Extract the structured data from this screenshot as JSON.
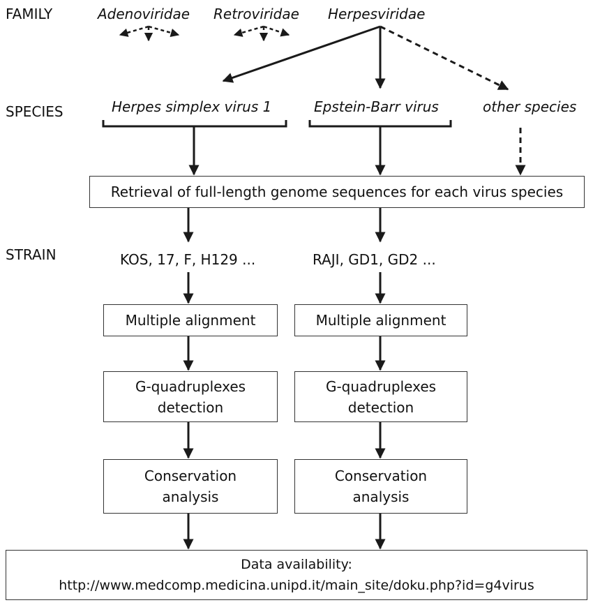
{
  "row_labels": {
    "family": "FAMILY",
    "species": "SPECIES",
    "strain": "STRAIN"
  },
  "families": [
    "Adenoviridae",
    "Retroviridae",
    "Herpesviridae"
  ],
  "species": [
    "Herpes simplex virus 1",
    "Epstein-Barr virus",
    "other species"
  ],
  "retrieval_box": "Retrieval of full-length genome sequences for each virus species",
  "strains": [
    "KOS, 17, F, H129 ...",
    "RAJI, GD1, GD2 ..."
  ],
  "left_column": {
    "alignment": "Multiple alignment",
    "g4_line1": "G-quadruplexes",
    "g4_line2": "detection",
    "conservation_line1": "Conservation",
    "conservation_line2": "analysis"
  },
  "right_column": {
    "alignment": "Multiple alignment",
    "g4_line1": "G-quadruplexes",
    "g4_line2": "detection",
    "conservation_line1": "Conservation",
    "conservation_line2": "analysis"
  },
  "data_box": {
    "line1": "Data availability:",
    "line2": "http://www.medcomp.medicina.unipd.it/main_site/doku.php?id=g4virus"
  },
  "colors": {
    "stroke": "#1a1a1a",
    "text": "#111111",
    "box_border": "#333333"
  }
}
